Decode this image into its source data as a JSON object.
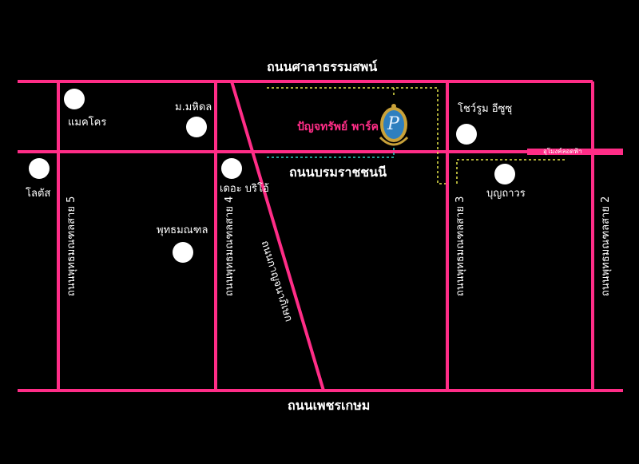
{
  "roads": {
    "top": "ถนนศาลาธรรมสพน์",
    "middle": "ถนนบรมราชชนนี",
    "bottom": "ถนนเพชรเกษม",
    "v5": "ถนนพุทธมณฑลสาย 5",
    "v4": "ถนนพุทธมณฑลสาย 4",
    "v3": "ถนนพุทธมณฑลสาย 3",
    "v2": "ถนนพุทธมณฑลสาย 2",
    "diagonal": "ถนนกาญจนาภิเษก",
    "skytrain": "อุโมงค์ลอดฟ้า"
  },
  "places": {
    "makro": "แมคโคร",
    "mahidol": "ม.มหิดล",
    "lotus": "โลตัส",
    "the_bright": "เดอะ บริโอ้",
    "phutthamonthon": "พุทธมณฑล",
    "showroom": "โชว์รูม อีซูซุ",
    "bunthavorn": "บุญถาวร"
  },
  "project": {
    "name": "ปัญจทรัพย์ พาร์ค",
    "logo_letter": "P"
  },
  "colors": {
    "road": "#ff2d87",
    "background": "#000000",
    "route_yellow": "#e8e84a",
    "route_teal": "#2bd1c8"
  }
}
